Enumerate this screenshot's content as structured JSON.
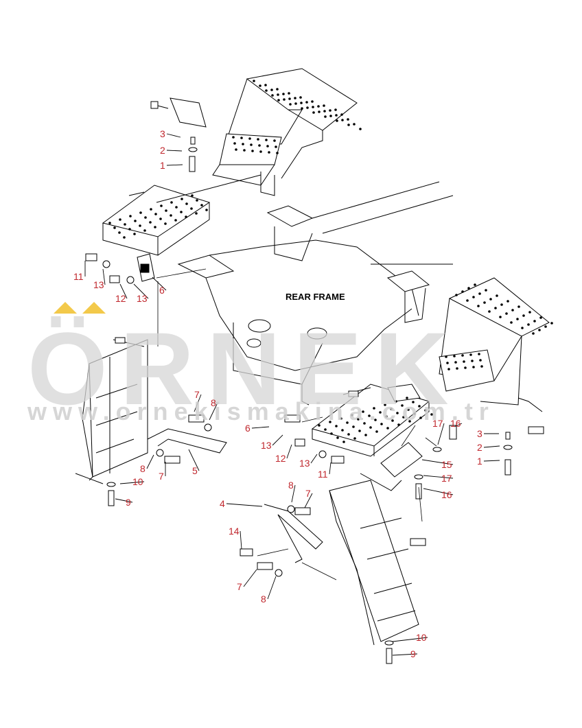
{
  "watermark": {
    "logo": "ÖRNEK",
    "url": "www.ornekismakina.com.tr",
    "accent_color": "#f3c94a"
  },
  "frame_label": "REAR FRAME",
  "callouts": [
    {
      "id": "c1",
      "text": "3"
    },
    {
      "id": "c2",
      "text": "2"
    },
    {
      "id": "c3",
      "text": "1"
    },
    {
      "id": "c4",
      "text": "11"
    },
    {
      "id": "c5",
      "text": "13"
    },
    {
      "id": "c6",
      "text": "12"
    },
    {
      "id": "c7",
      "text": "13"
    },
    {
      "id": "c8",
      "text": "6"
    },
    {
      "id": "c9",
      "text": "7"
    },
    {
      "id": "c10",
      "text": "8"
    },
    {
      "id": "c11",
      "text": "8"
    },
    {
      "id": "c12",
      "text": "7"
    },
    {
      "id": "c13",
      "text": "5"
    },
    {
      "id": "c14",
      "text": "10"
    },
    {
      "id": "c15",
      "text": "9"
    },
    {
      "id": "c16",
      "text": "6"
    },
    {
      "id": "c17",
      "text": "13"
    },
    {
      "id": "c18",
      "text": "12"
    },
    {
      "id": "c19",
      "text": "13"
    },
    {
      "id": "c20",
      "text": "11"
    },
    {
      "id": "c21",
      "text": "17"
    },
    {
      "id": "c22",
      "text": "16"
    },
    {
      "id": "c23",
      "text": "15"
    },
    {
      "id": "c24",
      "text": "17"
    },
    {
      "id": "c25",
      "text": "16"
    },
    {
      "id": "c26",
      "text": "3"
    },
    {
      "id": "c27",
      "text": "2"
    },
    {
      "id": "c28",
      "text": "1"
    },
    {
      "id": "c29",
      "text": "4"
    },
    {
      "id": "c30",
      "text": "8"
    },
    {
      "id": "c31",
      "text": "7"
    },
    {
      "id": "c32",
      "text": "14"
    },
    {
      "id": "c33",
      "text": "7"
    },
    {
      "id": "c34",
      "text": "8"
    },
    {
      "id": "c35",
      "text": "10"
    },
    {
      "id": "c36",
      "text": "9"
    }
  ],
  "colors": {
    "line": "#000000",
    "callout": "#c0272d",
    "background": "#ffffff"
  }
}
